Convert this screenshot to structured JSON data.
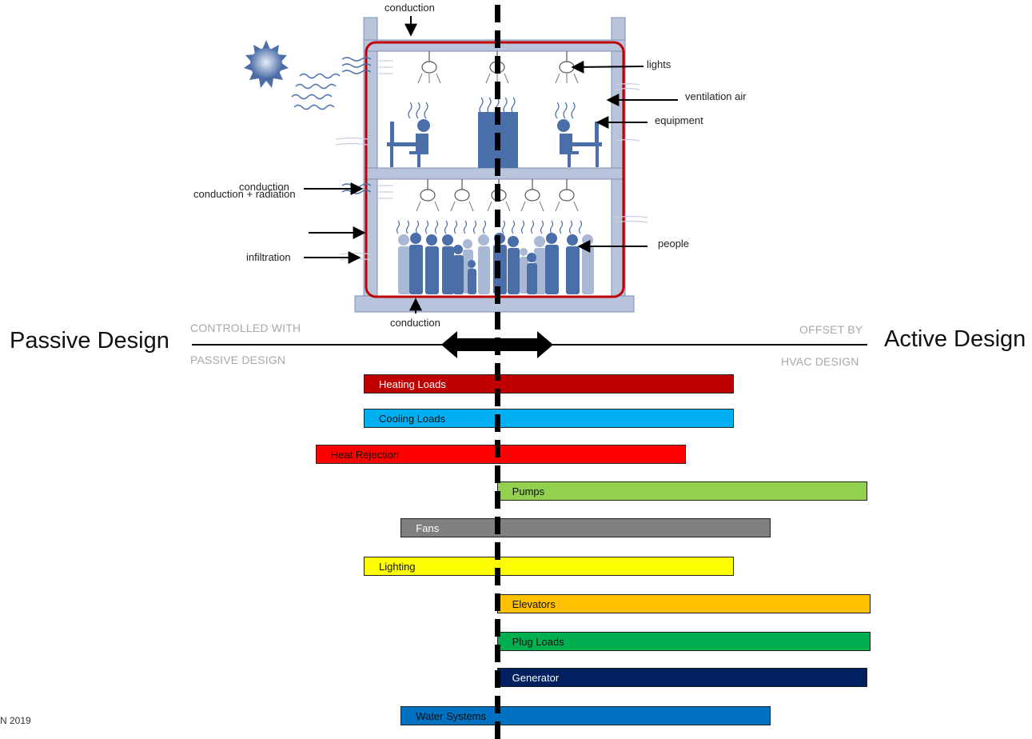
{
  "labels": {
    "conduction_top": "conduction",
    "lights": "lights",
    "ventilation_air": "ventilation air",
    "equipment": "equipment",
    "conduction_mid": "conduction",
    "conduction_radiation": "conduction + radiation",
    "people": "people",
    "infiltration": "infiltration",
    "conduction_bottom": "conduction"
  },
  "scale": {
    "left_title": "Passive Design",
    "right_title": "Active Design",
    "left_caption_1": "CONTROLLED WITH",
    "left_caption_2": "PASSIVE DESIGN",
    "right_caption_1": "OFFSET BY",
    "right_caption_2": "HVAC DESIGN"
  },
  "bars": [
    {
      "label": "Heating Loads",
      "color": "#c00000",
      "text_color": "#ffffff",
      "start": 0.0,
      "end": 1.0
    },
    {
      "label": "Cooling Loads",
      "color": "#00b0f0",
      "text_color": "#111111",
      "start": 0.0,
      "end": 1.0
    },
    {
      "label": "Heat Rejection",
      "color": "#ff0000",
      "text_color": "#111111",
      "start": -0.13,
      "end": 0.87
    },
    {
      "label": "Pumps",
      "color": "#92d050",
      "text_color": "#111111",
      "start": 0.36,
      "end": 1.36
    },
    {
      "label": "Fans",
      "color": "#7f7f7f",
      "text_color": "#ffffff",
      "start": 0.1,
      "end": 1.1
    },
    {
      "label": "Lighting",
      "color": "#ffff00",
      "text_color": "#111111",
      "start": 0.0,
      "end": 1.0
    },
    {
      "label": "Elevators",
      "color": "#ffc000",
      "text_color": "#111111",
      "start": 0.36,
      "end": 1.37
    },
    {
      "label": "Plug Loads",
      "color": "#00b050",
      "text_color": "#111111",
      "start": 0.36,
      "end": 1.37
    },
    {
      "label": "Generator",
      "color": "#002060",
      "text_color": "#ffffff",
      "start": 0.36,
      "end": 1.36
    },
    {
      "label": "Water Systems",
      "color": "#0070c0",
      "text_color": "#111111",
      "start": 0.1,
      "end": 1.1
    }
  ],
  "footer": "N 2019",
  "colors": {
    "building": "#b8c4dc",
    "building_edge": "#7d8fb6",
    "figure": "#4a6ea8",
    "zone_outline": "#c00000"
  }
}
